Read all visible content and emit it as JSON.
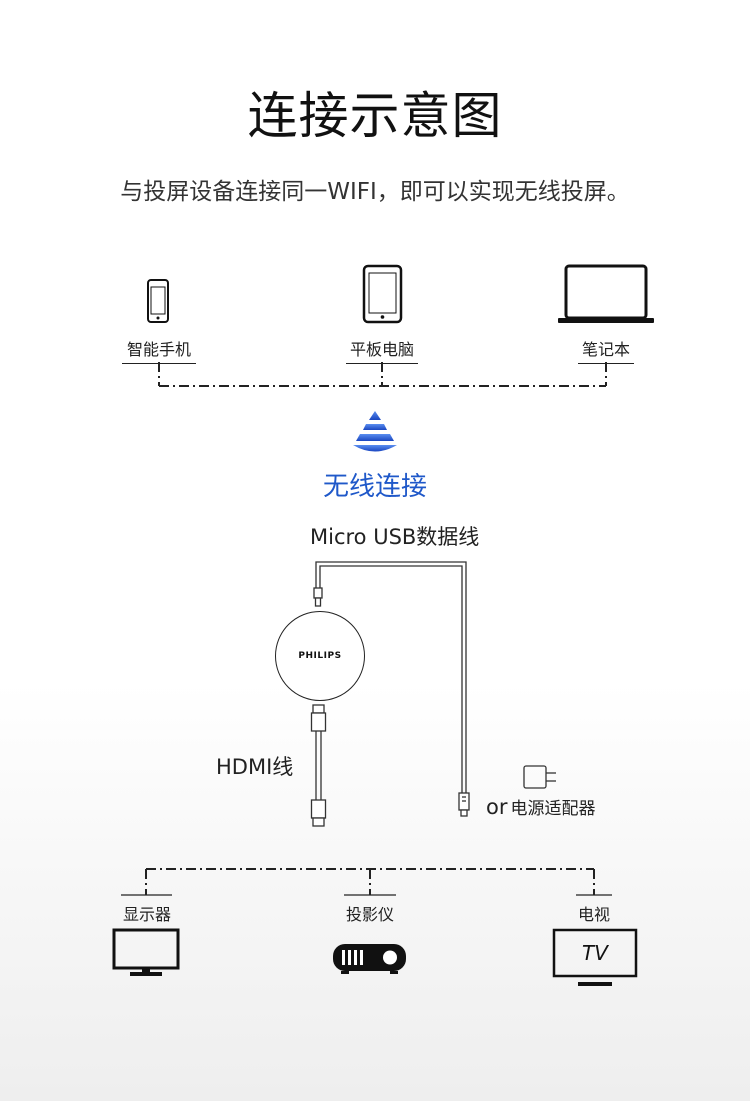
{
  "header": {
    "title": "连接示意图",
    "subtitle": "与投屏设备连接同一WIFI，即可以实现无线投屏。"
  },
  "sources": [
    {
      "label": "智能手机",
      "icon": "smartphone-icon"
    },
    {
      "label": "平板电脑",
      "icon": "tablet-icon"
    },
    {
      "label": "笔记本",
      "icon": "laptop-icon"
    }
  ],
  "wireless": {
    "label": "无线连接",
    "color": "#1f58c9",
    "icon": "wifi-signal-icon"
  },
  "dongle": {
    "brand": "PHILIPS"
  },
  "cables": {
    "usb_label": "Micro USB数据线",
    "hdmi_label": "HDMI线",
    "power_or": "or",
    "power_label": "电源适配器"
  },
  "outputs": [
    {
      "label": "显示器",
      "icon": "monitor-icon"
    },
    {
      "label": "投影仪",
      "icon": "projector-icon"
    },
    {
      "label": "电视",
      "icon": "tv-icon",
      "screen_text": "TV"
    }
  ]
}
